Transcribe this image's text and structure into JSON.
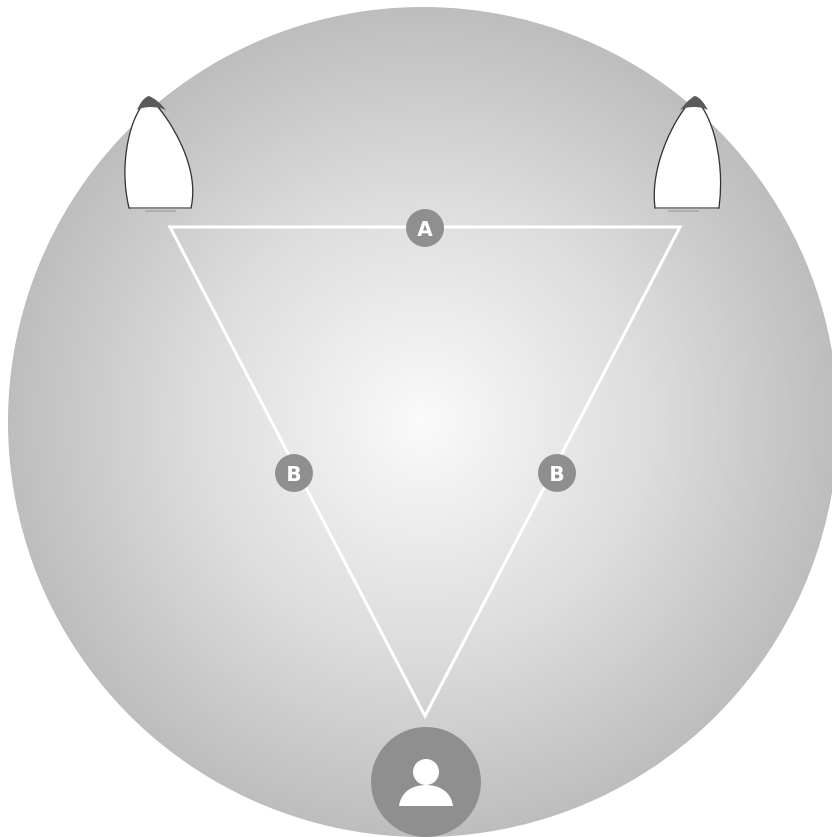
{
  "diagram": {
    "side_labels": {
      "top": "A",
      "left": "B",
      "right": "B"
    },
    "icons": {
      "left_speaker": "speaker-icon",
      "right_speaker": "speaker-icon",
      "listener": "person-icon"
    },
    "colors": {
      "background_center": "#fafafa",
      "background_edge": "#bdbdbd",
      "triangle_line": "#ffffff",
      "badge_fill": "#8f8f8f",
      "badge_text": "#ffffff",
      "listener_fill": "#8f8f8f",
      "speaker_body": "#ffffff",
      "speaker_top": "#5a5a5a"
    }
  }
}
